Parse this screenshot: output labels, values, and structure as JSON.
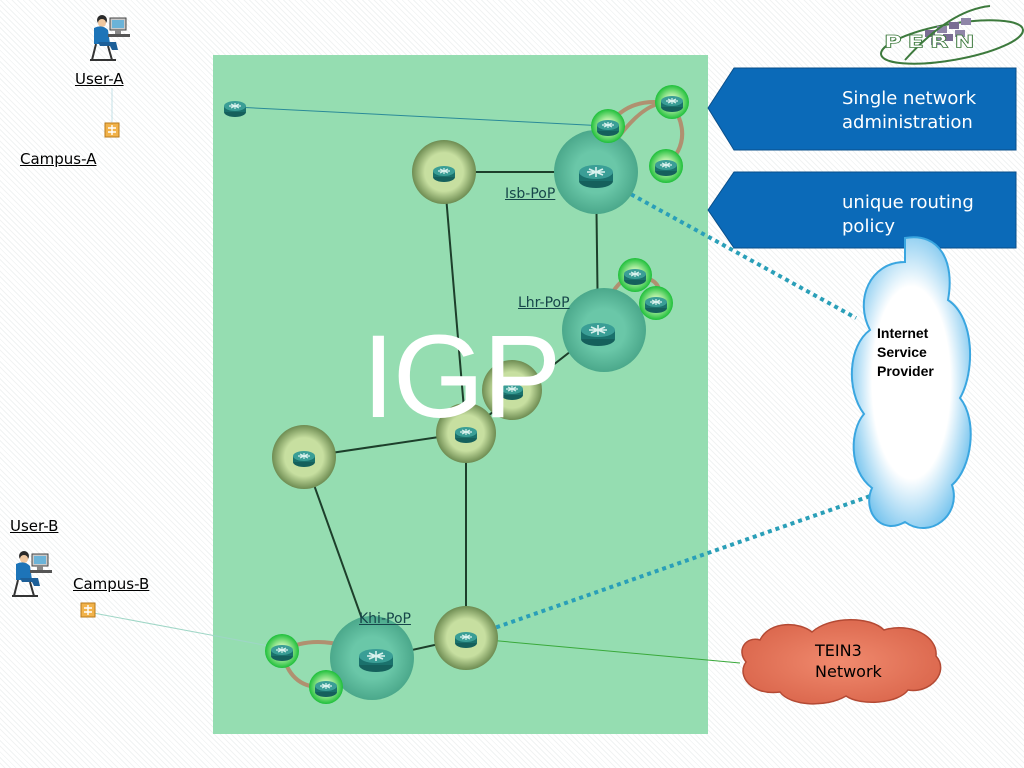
{
  "logo": {
    "text": "PERN"
  },
  "users": [
    {
      "label": "User-A",
      "campus": "Campus-A"
    },
    {
      "label": "User-B",
      "campus": "Campus-B"
    }
  ],
  "igp_label": "IGP",
  "pops": [
    "Isb-PoP",
    "Lhr-PoP",
    "Khi-PoP"
  ],
  "callouts": [
    {
      "lines": [
        "Single network",
        "administration"
      ]
    },
    {
      "lines": [
        "unique routing",
        "policy"
      ]
    }
  ],
  "isp_cloud": {
    "lines": [
      "Internet",
      "Service",
      "Provider"
    ]
  },
  "tein_cloud": {
    "lines": [
      "TEIN3",
      "Network"
    ]
  },
  "colors": {
    "igp_region": "#8fdbad",
    "callout_blue": "#0b6ab8",
    "cloud_blue": "#6ec0ee",
    "tein_salmon": "#e8765a",
    "router_teal": "#1f7f7a",
    "link_dark": "#1d3f2b",
    "dotted_link": "#2a9fb8"
  },
  "icons": [
    "user-computer-icon",
    "campus-switch-icon",
    "router-icon",
    "core-router-icon"
  ]
}
